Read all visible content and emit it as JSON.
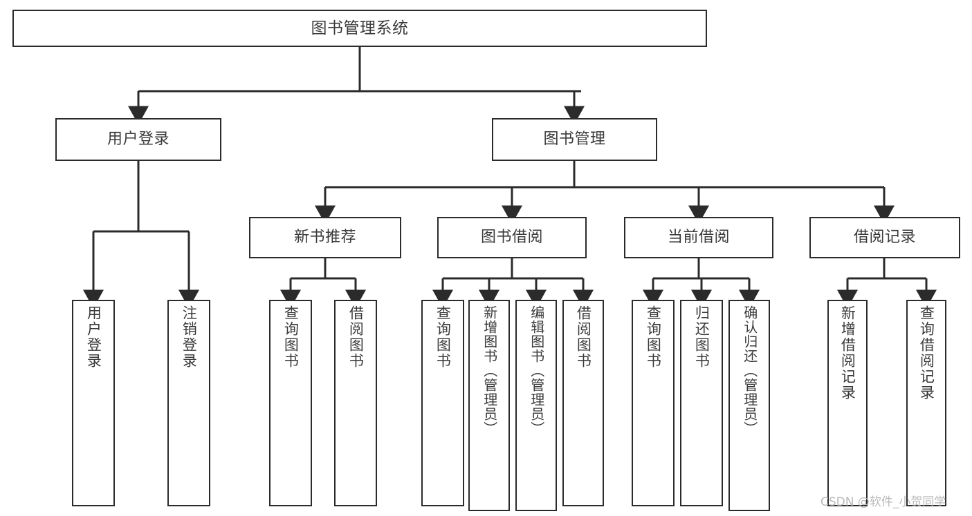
{
  "diagram": {
    "type": "tree",
    "title": "图书管理系统",
    "orientation": "top-down",
    "colors": {
      "stroke": "#2b2b2b",
      "text": "#3a3a3a",
      "background": "#ffffff",
      "watermark": "#b9b9b9"
    },
    "levels": 4
  },
  "root": {
    "label": "图书管理系统"
  },
  "level2": [
    {
      "label": "用户登录"
    },
    {
      "label": "图书管理"
    }
  ],
  "level3": [
    {
      "label": "新书推荐"
    },
    {
      "label": "图书借阅"
    },
    {
      "label": "当前借阅"
    },
    {
      "label": "借阅记录"
    }
  ],
  "leaves": {
    "user_login": [
      {
        "label": "用户登录"
      },
      {
        "label": "注销登录"
      }
    ],
    "new_book_recommend": [
      {
        "label": "查询图书"
      },
      {
        "label": "借阅图书"
      }
    ],
    "book_borrow": [
      {
        "label": "查询图书"
      },
      {
        "label": "新增图书（管理员）"
      },
      {
        "label": "编辑图书（管理员）"
      },
      {
        "label": "借阅图书"
      }
    ],
    "current_borrow": [
      {
        "label": "查询图书"
      },
      {
        "label": "归还图书"
      },
      {
        "label": "确认归还（管理员）"
      }
    ],
    "borrow_record": [
      {
        "label": "新增借阅记录"
      },
      {
        "label": "查询借阅记录"
      }
    ]
  },
  "watermark": {
    "text": "CSDN @软件_小贺同学"
  }
}
